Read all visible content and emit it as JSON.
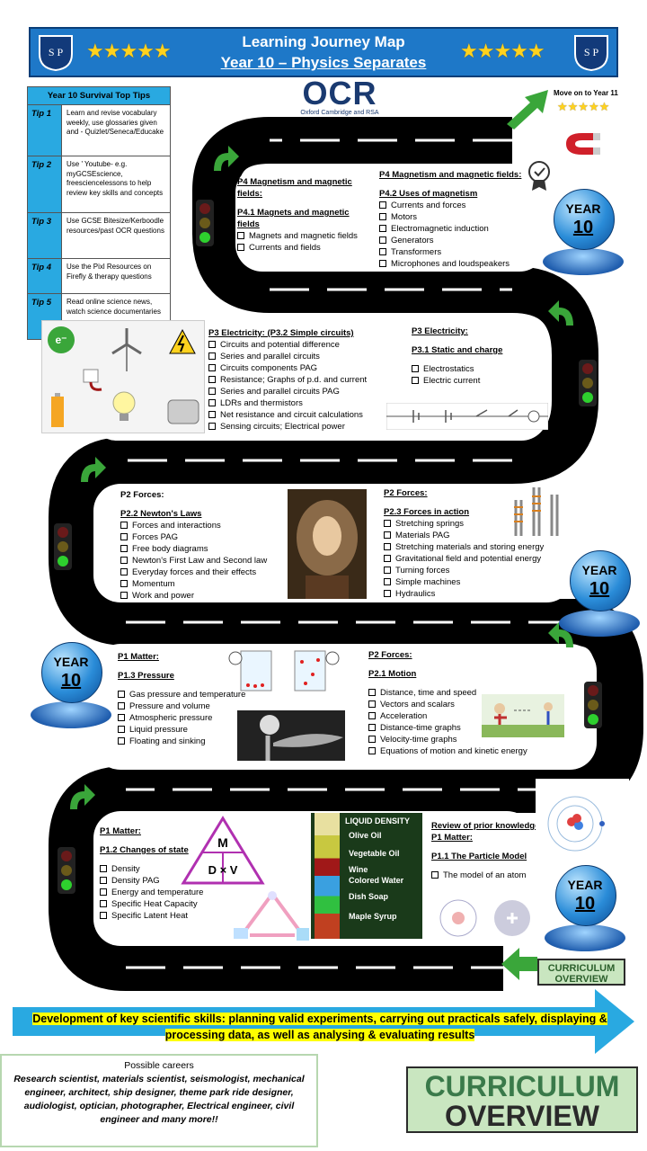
{
  "header": {
    "title": "Learning Journey Map",
    "subtitle": "Year 10 – Physics Separates",
    "stars": "★★★★★",
    "crest_text": "S P"
  },
  "tips": {
    "heading": "Year 10 Survival Top Tips",
    "items": [
      {
        "label": "Tip 1",
        "text": "Learn and revise vocabulary weekly, use glossaries given and - Quizlet/Seneca/Educake"
      },
      {
        "label": "Tip 2",
        "text": "Use ' Youtube- e.g. myGCSEscience, freesciencelessons to help review key skills and concepts"
      },
      {
        "label": "Tip 3",
        "text": "Use GCSE Bitesize/Kerboodle resources/past OCR questions"
      },
      {
        "label": "Tip 4",
        "text": "Use the Pixl Resources on Firefly & therapy questions"
      },
      {
        "label": "Tip 5",
        "text": "Read online science news, watch science documentaries"
      }
    ]
  },
  "ocr": {
    "logo": "OCR",
    "tagline": "Oxford Cambridge and RSA"
  },
  "move_on": {
    "text": "Move on to Year 11",
    "stars": "★★★★★"
  },
  "year_badge": {
    "line1": "YEAR",
    "line2": "10"
  },
  "p4a": {
    "title": "P4 Magnetism and magnetic fields:",
    "sub": "P4.1 Magnets and magnetic fields",
    "items": [
      "Magnets and magnetic fields",
      "Currents and fields"
    ]
  },
  "p4b": {
    "title": "P4 Magnetism and magnetic fields:",
    "sub": "P4.2 Uses of magnetism",
    "items": [
      "Currents and forces",
      "Motors",
      "Electromagnetic induction",
      "Generators",
      "Transformers",
      "Microphones and loudspeakers"
    ]
  },
  "p3a": {
    "title": "P3 Electricity: (P3.2 Simple circuits)",
    "items": [
      "Circuits and potential difference",
      "Series and parallel circuits",
      "Circuits components PAG",
      "Resistance; Graphs of p.d. and current",
      "Series and parallel circuits PAG",
      "LDRs and thermistors",
      "Net resistance and circuit calculations",
      "Sensing circuits; Electrical power"
    ]
  },
  "p3b": {
    "title": "P3 Electricity:",
    "sub": "P3.1 Static and charge",
    "items": [
      "Electrostatics",
      "Electric current"
    ]
  },
  "p2a": {
    "title": "P2 Forces:",
    "sub": "P2.2 Newton's Laws",
    "items": [
      "Forces and interactions",
      "Forces PAG",
      "Free body diagrams",
      "Newton's First Law and Second law",
      "Everyday forces and their effects",
      "Momentum",
      "Work and power"
    ]
  },
  "p2b": {
    "title": "P2 Forces:",
    "sub": "P2.3 Forces in action",
    "items": [
      "Stretching springs",
      "Materials PAG",
      "Stretching materials and storing energy",
      "Gravitational field and potential energy",
      "Turning forces",
      "Simple machines",
      "Hydraulics"
    ]
  },
  "p1c": {
    "title": "P1 Matter:",
    "sub": "P1.3 Pressure",
    "items": [
      "Gas pressure and temperature",
      "Pressure and volume",
      "Atmospheric pressure",
      "Liquid pressure",
      "Floating and sinking"
    ]
  },
  "p21": {
    "title": "P2 Forces:",
    "sub": "P2.1 Motion",
    "items": [
      "Distance, time and speed",
      "Vectors and scalars",
      "Acceleration",
      "Distance-time graphs",
      "Velocity-time graphs",
      "Equations of motion and kinetic energy"
    ]
  },
  "p12": {
    "title": "P1 Matter:",
    "sub": "P1.2 Changes of state",
    "items": [
      "Density",
      "Density PAG",
      "Energy and temperature",
      "Specific Heat Capacity",
      "Specific Latent Heat"
    ]
  },
  "p11": {
    "title": "Review of prior knowledge",
    "title2": "P1 Matter:",
    "sub": "P1.1 The Particle Model",
    "items": [
      "The model of an atom"
    ]
  },
  "triangle": {
    "top": "M",
    "bottom": "D × V"
  },
  "density": {
    "title": "LIQUID DENSITY",
    "layers": [
      "Olive Oil",
      "Vegetable Oil",
      "Wine",
      "Colored Water",
      "Dish Soap",
      "Maple Syrup"
    ]
  },
  "electron": "e⁻",
  "banner": "Development of key scientific skills: planning valid experiments, carrying out practicals safely, displaying & processing data, as well as analysing & evaluating results",
  "careers": {
    "heading": "Possible careers",
    "text": "Research scientist, materials scientist, seismologist, mechanical engineer, architect, ship designer, theme park ride designer, audiologist, optician, photographer, Electrical engineer, civil engineer and many more!!"
  },
  "curriculum": {
    "line1": "CURRICULUM",
    "line2": "OVERVIEW"
  },
  "colors": {
    "road": "#000000",
    "lane": "#ffffff",
    "header": "#1e78c8",
    "tip": "#29a9e1",
    "arrow": "#29a9e1",
    "green": "#3aa63a"
  }
}
